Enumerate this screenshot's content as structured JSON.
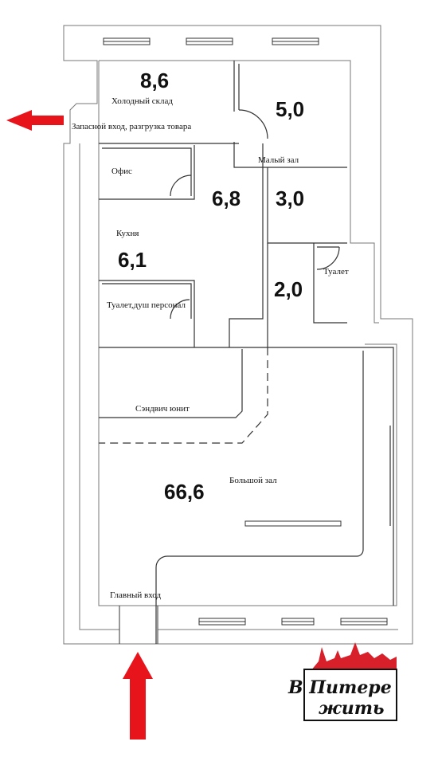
{
  "rooms": {
    "cold_storage": {
      "area": "8,6",
      "label": "Холодный склад"
    },
    "small_hall_top": {
      "area": "5,0"
    },
    "small_hall": {
      "label": "Малый зал"
    },
    "small_hall_bottom": {
      "area": "3,0"
    },
    "office": {
      "label": "Офис"
    },
    "corridor": {
      "area": "6,8"
    },
    "kitchen": {
      "area": "6,1",
      "label": "Кухня"
    },
    "toilet": {
      "area": "2,0",
      "label": "Туалет"
    },
    "staff_toilet": {
      "label": "Туалет,душ персонал"
    },
    "sandwich_unit": {
      "label": "Сэндвич юнит"
    },
    "big_hall": {
      "area": "66,6",
      "label": "Большой зал"
    }
  },
  "entrances": {
    "service": {
      "label": "Запасной вход, разгрузка товара"
    },
    "main": {
      "label": "Главный вход"
    }
  },
  "logo": {
    "line1": "В Питере",
    "line2": "жить"
  },
  "colors": {
    "arrow": "#e8141c",
    "wall": "#cccccc",
    "outline": "#333333",
    "logo_accent": "#d8202a"
  }
}
